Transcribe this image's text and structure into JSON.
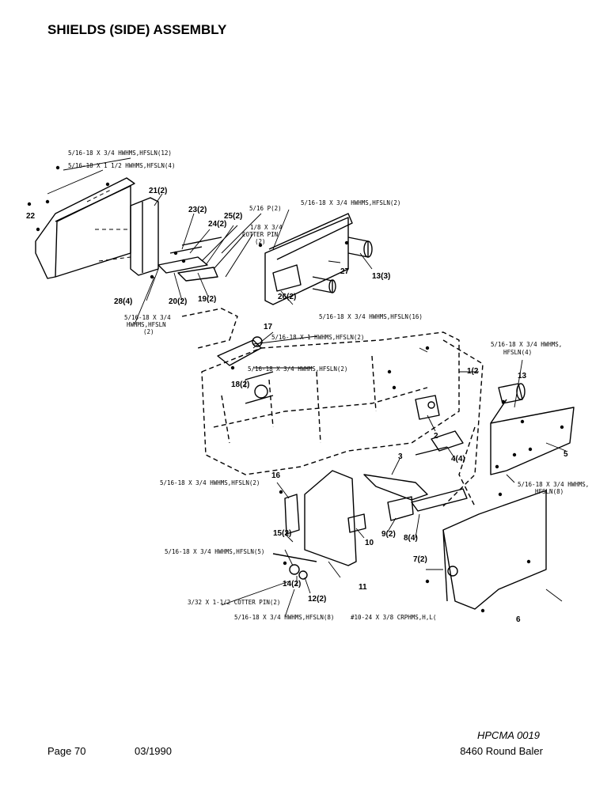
{
  "page": {
    "title": "SHIELDS (SIDE) ASSEMBLY"
  },
  "labels": [
    "5/16-18 X 3/4 HWHMS,HFSLN(12)",
    "5/16-18 X 1 1/2 HWHMS,HFSLN(4)",
    "21(2)",
    "22",
    "23(2)",
    "25(2)",
    "5/16 P(2)",
    "24(2)",
    "1/8 X 3/4",
    "COTTER PIN",
    "(2)",
    "5/16-18 X 3/4 HWHMS,HFSLN(2)",
    "27",
    "13(3)",
    "28(4)",
    "20(2)",
    "19(2)",
    "26(2)",
    "5/16-18 X 3/4",
    "HWHMS,HFSLN",
    "(2)",
    "5/16-18 X 3/4 HWHMS,HFSLN(16)",
    "17",
    "5/16-18 X 1 HWHMS,HFSLN(2)",
    "5/16-18 X 3/4 HWHMS,HFSLN(2)",
    "18(2)",
    "1(2",
    "5/16-18 X 3/4 HWHMS,",
    "HFSLN(4)",
    "13",
    "2",
    "3",
    "4(4)",
    "5",
    "16",
    "5/16-18 X 3/4 HWHMS,HFSLN(2)",
    "5/16-18 X 3/4 HWHMS,",
    "HFSLN(8)",
    "15(2)",
    "10",
    "9(2)",
    "8(4)",
    "5/16-18 X 3/4 HWHMS,HFSLN(5)",
    "7(2)",
    "14(2)",
    "11",
    "12(2)",
    "3/32 X 1-1/2 COTTER PIN(2)",
    "5/16-18 X 3/4 HWHMS,HFSLN(8)",
    "#10-24 X 3/8 CRPHMS,H,L(",
    "6"
  ],
  "footer": {
    "page": "Page 70",
    "date": "03/1990",
    "code": "HPCMA 0019",
    "model": "8460 Round Baler"
  }
}
